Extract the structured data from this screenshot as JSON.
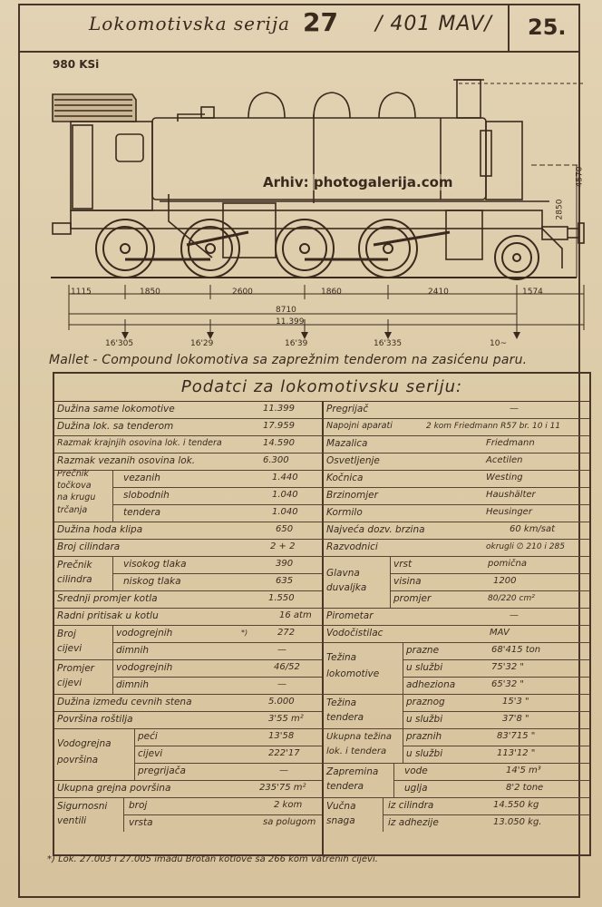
{
  "header": {
    "title": "Lokomotivska serija",
    "series_number": "27",
    "mav_number": "/ 401 MAV/",
    "page_number": "25."
  },
  "drawing": {
    "operator_mark": "980 KSi",
    "watermark": "Arhiv: photogalerija.com",
    "height_dims": [
      "4570",
      "2850"
    ],
    "spacing_dims": [
      "1115",
      "1850",
      "2600",
      "1860",
      "2410",
      "1574"
    ],
    "total_dims": [
      "8710",
      "11.399"
    ],
    "axle_loads": [
      "16'305",
      "16'29",
      "16'39",
      "16'335",
      "10~"
    ]
  },
  "caption": "Mallet - Compound lokomotiva sa zaprežnim tenderom na zasićenu paru.",
  "table": {
    "title": "Podatci za lokomotivsku seriju:",
    "left": {
      "duzina_same": {
        "label": "Dužina same lokomotive",
        "value": "11.399"
      },
      "duzina_tender": {
        "label": "Dužina lok. sa tenderom",
        "value": "17.959"
      },
      "razmak_krajnjih": {
        "label": "Razmak krajnjih osovina lok. i tendera",
        "value": "14.590"
      },
      "razmak_vezanih": {
        "label": "Razmak vezanih osovina lok.",
        "value": "6.300"
      },
      "precnik_tocka": {
        "group_label": [
          "Prečnik",
          "točkova",
          "na krugu",
          "trčanja"
        ],
        "rows": [
          {
            "label": "vezanih",
            "value": "1.440"
          },
          {
            "label": "slobodnih",
            "value": "1.040"
          },
          {
            "label": "tendera",
            "value": "1.040"
          }
        ]
      },
      "duzina_hoda": {
        "label": "Dužina hoda klipa",
        "value": "650"
      },
      "broj_cilindara": {
        "label": "Broj cilindara",
        "value": "2 + 2"
      },
      "precnik_cilindra": {
        "group_label": [
          "Prečnik",
          "cilindra"
        ],
        "rows": [
          {
            "label": "visokog tlaka",
            "value": "390"
          },
          {
            "label": "niskog tlaka",
            "value": "635"
          }
        ]
      },
      "srednji_promjer": {
        "label": "Srednji promjer kotla",
        "value": "1.550"
      },
      "radni_pritisak": {
        "label": "Radni pritisak u kotlu",
        "value": "16 atm"
      },
      "broj_cijevi": {
        "group_label": [
          "Broj",
          "cijevi"
        ],
        "rows": [
          {
            "label": "vodogrejnih",
            "value": "272",
            "mark": "*)"
          },
          {
            "label": "dimnih",
            "value": "—"
          }
        ]
      },
      "promjer_cijevi": {
        "group_label": [
          "Promjer",
          "cijevi"
        ],
        "rows": [
          {
            "label": "vodogrejnih",
            "value": "46/52"
          },
          {
            "label": "dimnih",
            "value": "—"
          }
        ]
      },
      "duzina_cijevnih": {
        "label": "Dužina između cevnih stena",
        "value": "5.000"
      },
      "povrsina_rostilja": {
        "label": "Površina roštilja",
        "value": "3'55 m²"
      },
      "vodogrejna": {
        "group_label": [
          "Vodogrejna",
          "površina"
        ],
        "rows": [
          {
            "label": "peći",
            "value": "13'58"
          },
          {
            "label": "cijevi",
            "value": "222'17"
          },
          {
            "label": "pregrijača",
            "value": "—"
          }
        ]
      },
      "ukupna_grejna": {
        "label": "Ukupna grejna površina",
        "value": "235'75 m²"
      },
      "sigurnosni": {
        "group_label": [
          "Sigurnosni",
          "ventili"
        ],
        "rows": [
          {
            "label": "broj",
            "value": "2 kom"
          },
          {
            "label": "vrsta",
            "value": "sa polugom"
          }
        ]
      }
    },
    "right": {
      "pregrijac": {
        "label": "Pregrijač",
        "value": "—"
      },
      "napojni": {
        "label": "Napojni aparati",
        "value": "2 kom Friedmann R57 br. 10 i 11"
      },
      "mazalica": {
        "label": "Mazalica",
        "value": "Friedmann"
      },
      "osvetljenje": {
        "label": "Osvetljenje",
        "value": "Acetilen"
      },
      "kocnica": {
        "label": "Kočnica",
        "value": "Westing"
      },
      "brzinomjer": {
        "label": "Brzinomjer",
        "value": "Haushälter"
      },
      "kormilo": {
        "label": "Kormilo",
        "value": "Heusinger"
      },
      "najveca_brzina": {
        "label": "Najveća dozv. brzina",
        "value": "60 km/sat"
      },
      "razvodnici": {
        "label": "Razvodnici",
        "value": "okrugli ∅ 210 i 285"
      },
      "glavna_duvaljka": {
        "group_label": [
          "Glavna",
          "duvaljka"
        ],
        "rows": [
          {
            "label": "vrst",
            "value": "pomična"
          },
          {
            "label": "visina",
            "value": "1200"
          },
          {
            "label": "promjer",
            "value": "80/220 cm²"
          }
        ]
      },
      "pirometar": {
        "label": "Pirometar",
        "value": "—"
      },
      "vodocistilac": {
        "label": "Vodočistilac",
        "value": "MAV"
      },
      "tezina_lokomotive": {
        "group_label": [
          "Težina",
          "lokomotive"
        ],
        "rows": [
          {
            "label": "prazne",
            "value": "68'415 ton"
          },
          {
            "label": "u službi",
            "value": "75'32 \""
          },
          {
            "label": "adheziona",
            "value": "65'32 \""
          }
        ]
      },
      "tezina_tendera": {
        "group_label": [
          "Težina",
          "tendera"
        ],
        "rows": [
          {
            "label": "praznog",
            "value": "15'3 \""
          },
          {
            "label": "u službi",
            "value": "37'8 \""
          }
        ]
      },
      "ukupna_tezina": {
        "group_label": [
          "Ukupna težina",
          "lok. i tendera"
        ],
        "rows": [
          {
            "label": "praznih",
            "value": "83'715 \""
          },
          {
            "label": "u službi",
            "value": "113'12 \""
          }
        ]
      },
      "zapremina": {
        "group_label": [
          "Zapremina",
          "tendera"
        ],
        "rows": [
          {
            "label": "vode",
            "value": "14'5 m³"
          },
          {
            "label": "uglja",
            "value": "8'2 tone"
          }
        ]
      },
      "vucna_snaga": {
        "group_label": [
          "Vučna",
          "snaga"
        ],
        "rows": [
          {
            "label": "iz cilindra",
            "value": "14.550 kg"
          },
          {
            "label": "iz adhezije",
            "value": "13.050 kg."
          }
        ]
      }
    }
  },
  "footnote": "*) Lok. 27.003 i 27.005 imadu Brotan kotlove sa 266 kom vatrenih cijevi."
}
